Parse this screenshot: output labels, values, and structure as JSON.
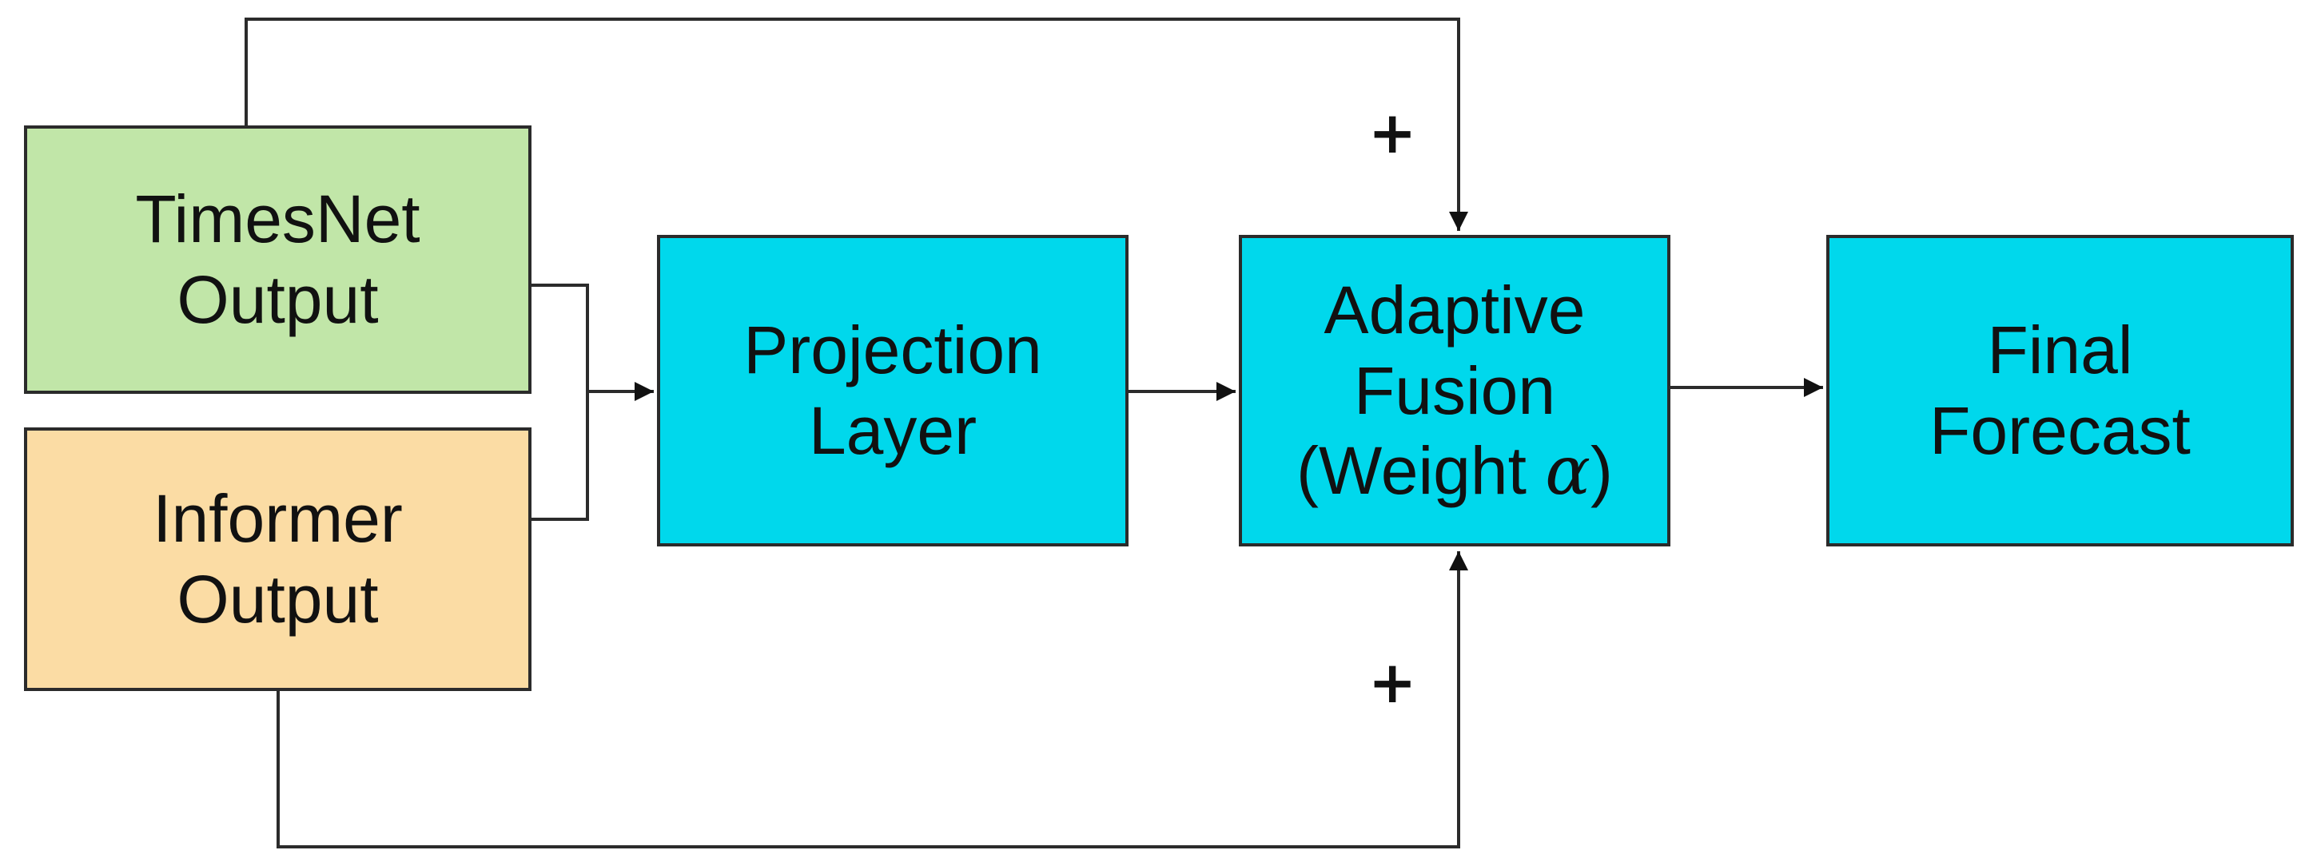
{
  "colors": {
    "timesnet_fill": "#c1e6a8",
    "informer_fill": "#fbdca4",
    "process_fill": "#00d8ec",
    "line": "#2b2b2b"
  },
  "nodes": {
    "timesnet": {
      "line1": "TimesNet",
      "line2": "Output"
    },
    "informer": {
      "line1": "Informer",
      "line2": "Output"
    },
    "projection": {
      "line1": "Projection",
      "line2": "Layer"
    },
    "fusion": {
      "line1": "Adaptive",
      "line2": "Fusion",
      "line3_prefix": "(Weight ",
      "alpha": "α",
      "line3_suffix": ")"
    },
    "final": {
      "line1": "Final",
      "line2": "Forecast"
    }
  },
  "operators": {
    "top_plus": "+",
    "bottom_plus": "+"
  }
}
